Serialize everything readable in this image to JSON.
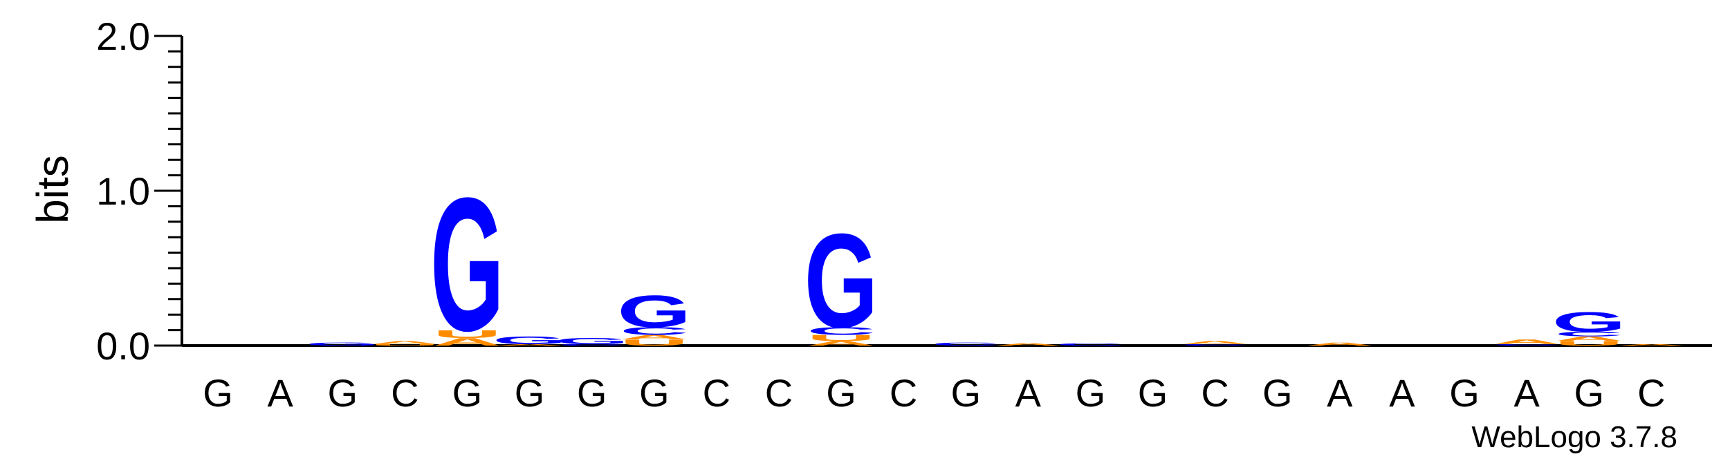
{
  "chart_data": {
    "type": "sequence-logo",
    "ylabel": "bits",
    "ylim": [
      0,
      2.0
    ],
    "yticks": [
      {
        "value": 0.0,
        "label": "0.0"
      },
      {
        "value": 1.0,
        "label": "1.0"
      },
      {
        "value": 2.0,
        "label": "2.0"
      }
    ],
    "positions": [
      "G",
      "A",
      "G",
      "C",
      "G",
      "G",
      "G",
      "G",
      "C",
      "C",
      "G",
      "C",
      "G",
      "A",
      "G",
      "G",
      "C",
      "G",
      "A",
      "A",
      "G",
      "A",
      "G",
      "C"
    ],
    "colors": {
      "G": "#0000ff",
      "C": "#0000ff",
      "A": "#ff8c00",
      "U": "#ff8c00"
    },
    "stacks": [
      [],
      [],
      [
        {
          "letter": "G",
          "bits": 0.02
        }
      ],
      [
        {
          "letter": "U",
          "bits": 0.01
        },
        {
          "letter": "A",
          "bits": 0.02
        }
      ],
      [
        {
          "letter": "A",
          "bits": 0.05
        },
        {
          "letter": "U",
          "bits": 0.05
        },
        {
          "letter": "G",
          "bits": 0.88
        }
      ],
      [
        {
          "letter": "A",
          "bits": 0.01
        },
        {
          "letter": "G",
          "bits": 0.05
        }
      ],
      [
        {
          "letter": "C",
          "bits": 0.01
        },
        {
          "letter": "G",
          "bits": 0.04
        }
      ],
      [
        {
          "letter": "U",
          "bits": 0.04
        },
        {
          "letter": "A",
          "bits": 0.03
        },
        {
          "letter": "C",
          "bits": 0.05
        },
        {
          "letter": "G",
          "bits": 0.21
        }
      ],
      [],
      [],
      [
        {
          "letter": "A",
          "bits": 0.03
        },
        {
          "letter": "U",
          "bits": 0.04
        },
        {
          "letter": "C",
          "bits": 0.05
        },
        {
          "letter": "G",
          "bits": 0.62
        }
      ],
      [],
      [
        {
          "letter": "C",
          "bits": 0.02
        }
      ],
      [
        {
          "letter": "A",
          "bits": 0.015
        }
      ],
      [
        {
          "letter": "C",
          "bits": 0.015
        }
      ],
      [],
      [
        {
          "letter": "C",
          "bits": 0.01
        },
        {
          "letter": "A",
          "bits": 0.02
        }
      ],
      [],
      [
        {
          "letter": "A",
          "bits": 0.02
        }
      ],
      [],
      [],
      [
        {
          "letter": "C",
          "bits": 0.01
        },
        {
          "letter": "A",
          "bits": 0.03
        }
      ],
      [
        {
          "letter": "U",
          "bits": 0.03
        },
        {
          "letter": "A",
          "bits": 0.03
        },
        {
          "letter": "C",
          "bits": 0.03
        },
        {
          "letter": "G",
          "bits": 0.13
        }
      ],
      [
        {
          "letter": "A",
          "bits": 0.01
        }
      ]
    ],
    "credit": "WebLogo 3.7.8"
  }
}
